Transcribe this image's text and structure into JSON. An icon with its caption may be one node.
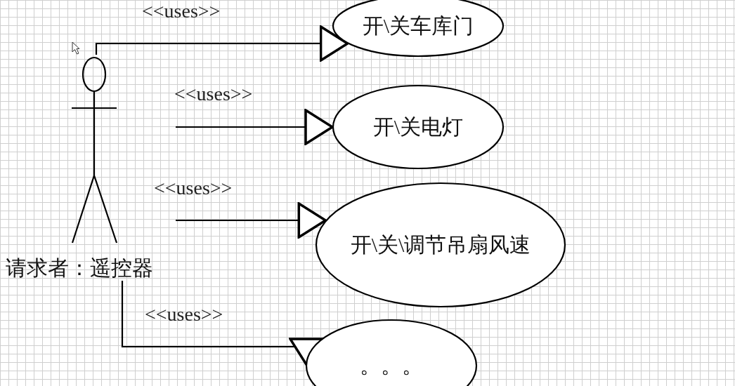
{
  "diagram": {
    "nodes": [
      {
        "text": [
          "请求者：遥控器"
        ]
      },
      {
        "text": [
          "开\\关车库门"
        ]
      },
      {
        "text": [
          "开\\关电灯"
        ]
      },
      {
        "text": [
          "开\\关\\调节吊扇风速"
        ]
      },
      {
        "text": [
          "。。。"
        ]
      }
    ],
    "edges": [
      {
        "from": 0,
        "to": 1,
        "arrow": "to",
        "label": "<<uses>>"
      },
      {
        "from": 0,
        "to": 2,
        "arrow": "to",
        "label": "<<uses>>"
      },
      {
        "from": 0,
        "to": 3,
        "arrow": "to",
        "label": "<<uses>>"
      },
      {
        "from": 0,
        "to": 4,
        "arrow": "to",
        "label": "<<uses>>"
      }
    ]
  }
}
